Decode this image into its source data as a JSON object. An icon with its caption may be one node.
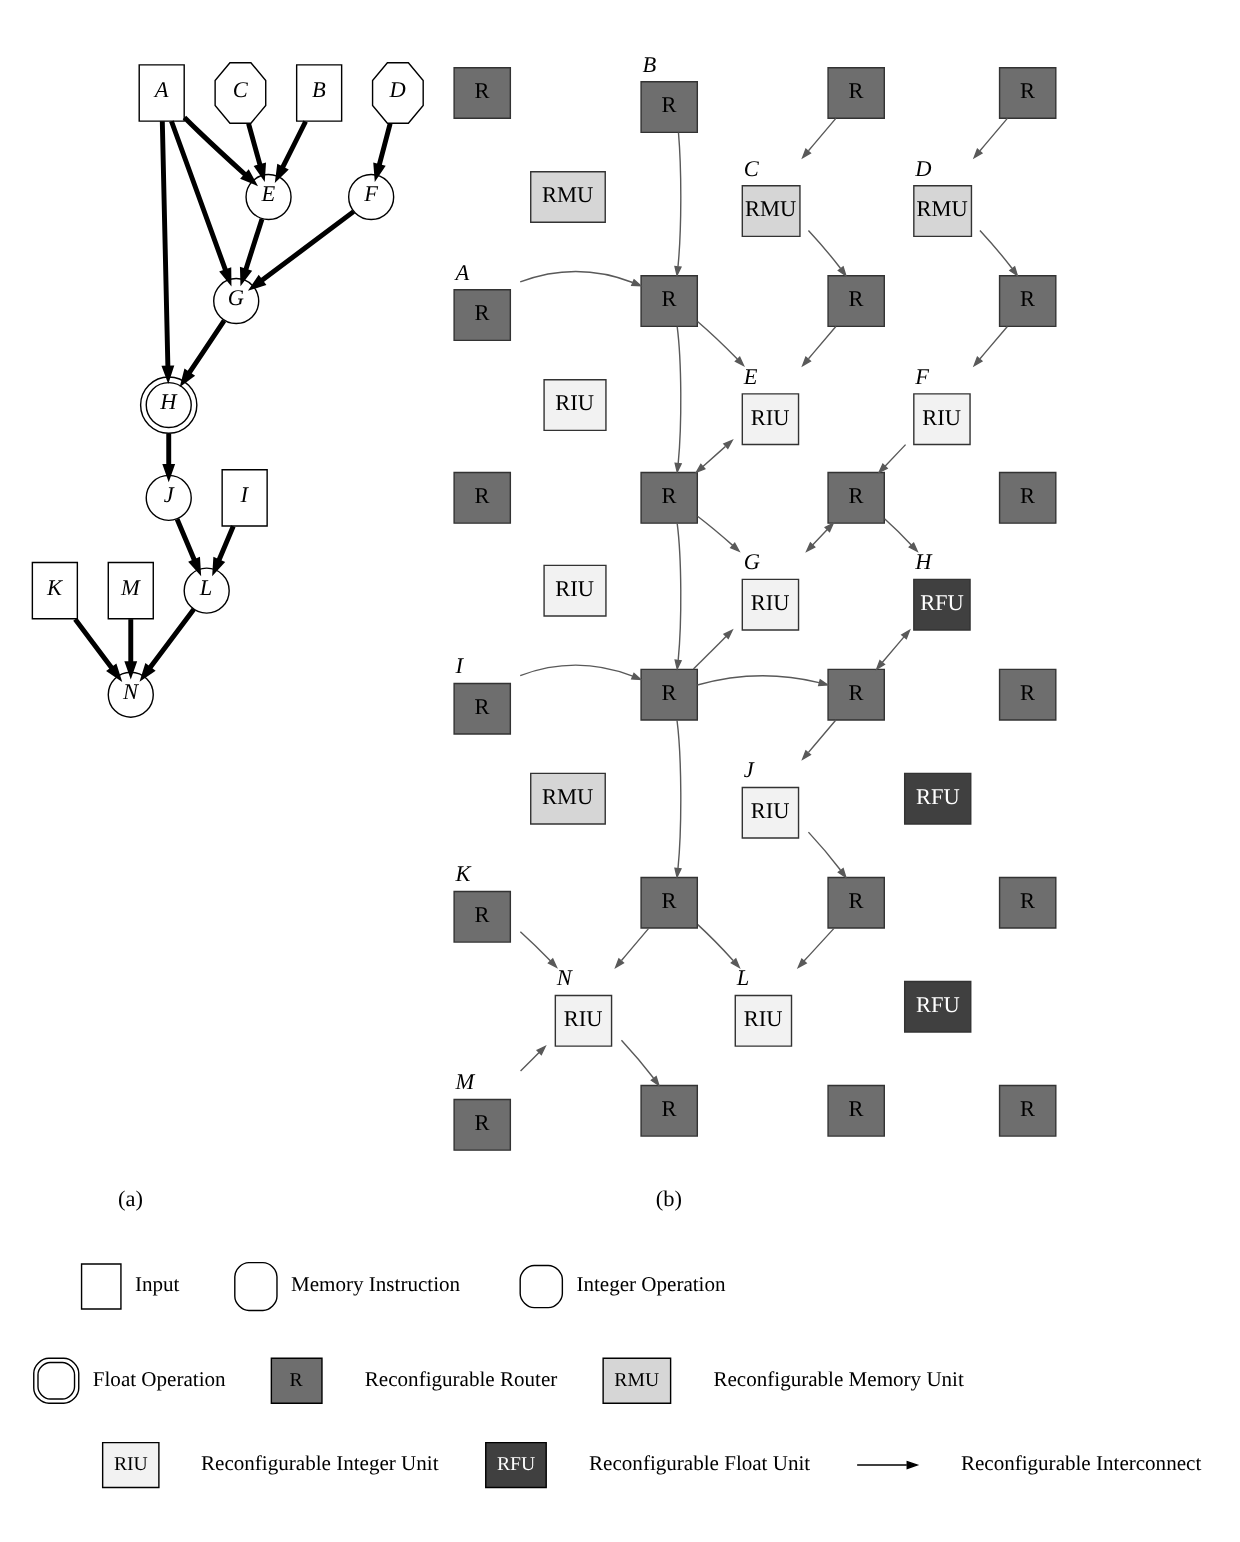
{
  "diagram": {
    "nodes": [
      {
        "text": [
          "A"
        ]
      },
      {
        "text": [
          "B"
        ]
      },
      {
        "text": [
          "C"
        ]
      },
      {
        "text": [
          "D"
        ]
      },
      {
        "text": [
          "E"
        ]
      },
      {
        "text": [
          "F"
        ]
      },
      {
        "text": [
          "G"
        ]
      },
      {
        "text": [
          "H"
        ]
      },
      {
        "text": [
          "I"
        ]
      },
      {
        "text": [
          "J"
        ]
      },
      {
        "text": [
          "K"
        ]
      },
      {
        "text": [
          "L"
        ]
      },
      {
        "text": [
          "M"
        ]
      },
      {
        "text": [
          "N"
        ]
      },
      {
        "text": [
          "R"
        ]
      },
      {
        "text": [
          "R"
        ],
        "beside": [
          "B"
        ]
      },
      {
        "text": [
          "R"
        ]
      },
      {
        "text": [
          "R"
        ]
      },
      {
        "text": [
          "RMU"
        ]
      },
      {
        "text": [
          "RMU"
        ],
        "beside": [
          "C"
        ]
      },
      {
        "text": [
          "RMU"
        ],
        "beside": [
          "D"
        ]
      },
      {
        "text": [
          "R"
        ],
        "beside": [
          "A"
        ]
      },
      {
        "text": [
          "R"
        ]
      },
      {
        "text": [
          "R"
        ]
      },
      {
        "text": [
          "R"
        ]
      },
      {
        "text": [
          "RIU"
        ]
      },
      {
        "text": [
          "RIU"
        ],
        "beside": [
          "E"
        ]
      },
      {
        "text": [
          "RIU"
        ],
        "beside": [
          "F"
        ]
      },
      {
        "text": [
          "R"
        ]
      },
      {
        "text": [
          "R"
        ]
      },
      {
        "text": [
          "R"
        ]
      },
      {
        "text": [
          "R"
        ]
      },
      {
        "text": [
          "RIU"
        ]
      },
      {
        "text": [
          "RIU"
        ],
        "beside": [
          "G"
        ]
      },
      {
        "text": [
          "RFU"
        ],
        "beside": [
          "H"
        ]
      },
      {
        "text": [
          "R"
        ],
        "beside": [
          "I"
        ]
      },
      {
        "text": [
          "R"
        ]
      },
      {
        "text": [
          "R"
        ]
      },
      {
        "text": [
          "R"
        ]
      },
      {
        "text": [
          "RMU"
        ]
      },
      {
        "text": [
          "RIU"
        ],
        "beside": [
          "J"
        ]
      },
      {
        "text": [
          "RFU"
        ]
      },
      {
        "text": [
          "R"
        ],
        "beside": [
          "K"
        ]
      },
      {
        "text": [
          "R"
        ]
      },
      {
        "text": [
          "R"
        ]
      },
      {
        "text": [
          "R"
        ]
      },
      {
        "text": [
          "RIU"
        ],
        "beside": [
          "N"
        ]
      },
      {
        "text": [
          "RIU"
        ],
        "beside": [
          "L"
        ]
      },
      {
        "text": [
          "RFU"
        ]
      },
      {
        "text": [
          "R"
        ],
        "beside": [
          "M"
        ]
      },
      {
        "text": [
          "R"
        ]
      },
      {
        "text": [
          "R"
        ]
      },
      {
        "text": [
          "R"
        ]
      }
    ],
    "edges": [
      {
        "from": 0,
        "to": 4,
        "arrow": "to",
        "style": "thick",
        "color": "#000000"
      },
      {
        "from": 0,
        "to": 6,
        "arrow": "to",
        "style": "thick",
        "color": "#000000"
      },
      {
        "from": 0,
        "to": 7,
        "arrow": "to",
        "style": "thick",
        "color": "#000000"
      },
      {
        "from": 1,
        "to": 4,
        "arrow": "to",
        "style": "thick",
        "color": "#000000"
      },
      {
        "from": 2,
        "to": 4,
        "arrow": "to",
        "style": "thick",
        "color": "#000000"
      },
      {
        "from": 3,
        "to": 5,
        "arrow": "to",
        "style": "thick",
        "color": "#000000"
      },
      {
        "from": 4,
        "to": 6,
        "arrow": "to",
        "style": "thick",
        "color": "#000000"
      },
      {
        "from": 5,
        "to": 6,
        "arrow": "to",
        "style": "thick",
        "color": "#000000"
      },
      {
        "from": 6,
        "to": 7,
        "arrow": "to",
        "style": "thick",
        "color": "#000000"
      },
      {
        "from": 7,
        "to": 9,
        "arrow": "to",
        "style": "thick",
        "color": "#000000"
      },
      {
        "from": 9,
        "to": 11,
        "arrow": "to",
        "style": "thick",
        "color": "#000000"
      },
      {
        "from": 8,
        "to": 11,
        "arrow": "to",
        "style": "thick",
        "color": "#000000"
      },
      {
        "from": 11,
        "to": 13,
        "arrow": "to",
        "style": "thick",
        "color": "#000000"
      },
      {
        "from": 10,
        "to": 13,
        "arrow": "to",
        "style": "thick",
        "color": "#000000"
      },
      {
        "from": 12,
        "to": 13,
        "arrow": "to",
        "style": "thick",
        "color": "#000000"
      },
      {
        "from": 21,
        "to": 22,
        "arrow": "to"
      },
      {
        "from": 15,
        "to": 22,
        "arrow": "to"
      },
      {
        "from": 16,
        "to": 19,
        "arrow": "to"
      },
      {
        "from": 17,
        "to": 20,
        "arrow": "to"
      },
      {
        "from": 19,
        "to": 23,
        "arrow": "to"
      },
      {
        "from": 20,
        "to": 24,
        "arrow": "to"
      },
      {
        "from": 22,
        "to": 26,
        "arrow": "to"
      },
      {
        "from": 23,
        "to": 26,
        "arrow": "to"
      },
      {
        "from": 24,
        "to": 27,
        "arrow": "to"
      },
      {
        "from": 22,
        "to": 29,
        "arrow": "to"
      },
      {
        "from": 26,
        "to": 29,
        "arrow": "both"
      },
      {
        "from": 27,
        "to": 30,
        "arrow": "to"
      },
      {
        "from": 30,
        "to": 33,
        "arrow": "both"
      },
      {
        "from": 30,
        "to": 34,
        "arrow": "to"
      },
      {
        "from": 29,
        "to": 33,
        "arrow": "to"
      },
      {
        "from": 29,
        "to": 36,
        "arrow": "to"
      },
      {
        "from": 35,
        "to": 36,
        "arrow": "to"
      },
      {
        "from": 36,
        "to": 33,
        "arrow": "to"
      },
      {
        "from": 36,
        "to": 37,
        "arrow": "to"
      },
      {
        "from": 34,
        "to": 37,
        "arrow": "both"
      },
      {
        "from": 37,
        "to": 40,
        "arrow": "to"
      },
      {
        "from": 36,
        "to": 43,
        "arrow": "to"
      },
      {
        "from": 40,
        "to": 44,
        "arrow": "to"
      },
      {
        "from": 44,
        "to": 47,
        "arrow": "to"
      },
      {
        "from": 43,
        "to": 46,
        "arrow": "to"
      },
      {
        "from": 43,
        "to": 47,
        "arrow": "to"
      },
      {
        "from": 42,
        "to": 46,
        "arrow": "to"
      },
      {
        "from": 49,
        "to": 46,
        "arrow": "to"
      },
      {
        "from": 46,
        "to": 50,
        "arrow": "to"
      }
    ],
    "labels": [
      "(a)",
      "(b)",
      "R",
      "RMU",
      "RIU",
      "RFU"
    ],
    "legend": [
      {
        "text": "Input"
      },
      {
        "text": "Memory Instruction"
      },
      {
        "text": "Integer Operation"
      },
      {
        "text": "Float Operation"
      },
      {
        "text": "Reconfigurable Router"
      },
      {
        "text": "Reconfigurable Memory Unit"
      },
      {
        "text": "Reconfigurable Integer Unit"
      },
      {
        "text": "Reconfigurable Float Unit"
      },
      {
        "text": "Reconfigurable Interconnect"
      }
    ]
  }
}
